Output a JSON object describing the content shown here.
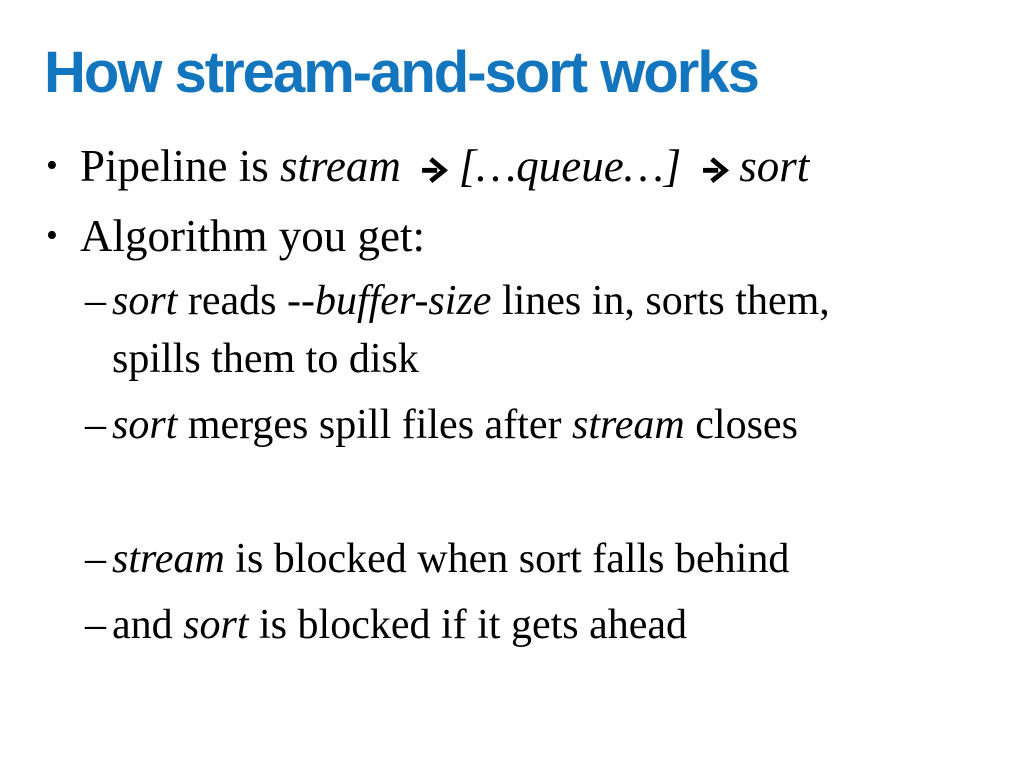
{
  "slide": {
    "background": "#ffffff",
    "text_color": "#000000",
    "title": {
      "text": "How stream-and-sort works",
      "color": "#1275BE"
    },
    "bullets": [
      {
        "level": 1,
        "marker": "•",
        "lines": [
          [
            {
              "text": "Pipeline is "
            },
            {
              "text": "stream ",
              "italic": true
            },
            {
              "arrow": true
            },
            {
              "text": "[…queue…] ",
              "italic": true
            },
            {
              "arrow": true
            },
            {
              "text": "sort",
              "italic": true
            }
          ]
        ]
      },
      {
        "level": 1,
        "marker": "•",
        "lines": [
          [
            {
              "text": "Algorithm you get:"
            }
          ]
        ]
      },
      {
        "level": 2,
        "marker": "–",
        "lines": [
          [
            {
              "text": "sort",
              "italic": true
            },
            {
              "text": " reads "
            },
            {
              "text": "--buffer-size",
              "italic": true
            },
            {
              "text": " lines in, sorts them,"
            }
          ],
          [
            {
              "text": "spills them to disk"
            }
          ]
        ]
      },
      {
        "level": 2,
        "marker": "–",
        "lines": [
          [
            {
              "text": "sort",
              "italic": true
            },
            {
              "text": " merges spill files after "
            },
            {
              "text": "stream",
              "italic": true
            },
            {
              "text": " closes"
            }
          ]
        ]
      },
      {
        "level": 2,
        "spacer": true
      },
      {
        "level": 2,
        "marker": "–",
        "lines": [
          [
            {
              "text": "stream",
              "italic": true
            },
            {
              "text": " is blocked when sort falls behind"
            }
          ]
        ]
      },
      {
        "level": 2,
        "marker": "–",
        "lines": [
          [
            {
              "text": "and "
            },
            {
              "text": "sort",
              "italic": true
            },
            {
              "text": " is blocked if it gets ahead"
            }
          ]
        ]
      }
    ]
  }
}
